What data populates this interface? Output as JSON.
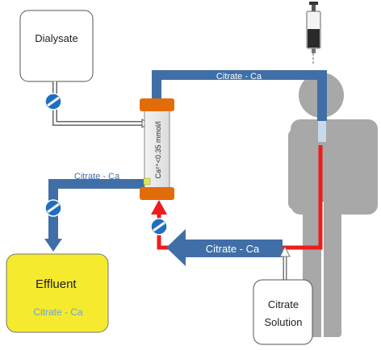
{
  "dialysate": {
    "label": "Dialysate"
  },
  "filter": {
    "label": "Ca²⁺<0.35 mmol/l"
  },
  "lines": {
    "top_return_label": "Citrate - Ca",
    "effluent_line_label": "Citrate - Ca",
    "arterial_line_label": "Citrate - Ca"
  },
  "effluent": {
    "title": "Effluent",
    "subtitle": "Citrate - Ca"
  },
  "citrate_solution": {
    "line1": "Citrate",
    "line2": "Solution"
  },
  "colors": {
    "blood_line": "#3f6fa6",
    "arterial_red": "#ee1c1c",
    "filter_cap": "#e36c0a",
    "effluent_fill": "#f5ea2e",
    "effluent_subtitle": "#6aa3d6",
    "patient": "#a8a8a8",
    "pump": "#1f6fc0",
    "calcium_port": "#dfe65a"
  },
  "icons": {
    "pump": "roller-pump-icon",
    "syringe": "syringe-icon",
    "patient": "person-silhouette-icon"
  }
}
